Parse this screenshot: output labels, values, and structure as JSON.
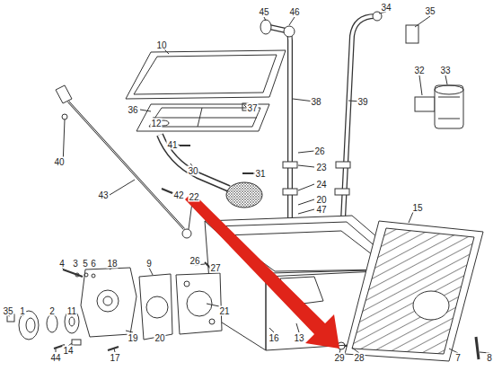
{
  "diagram": {
    "labels": [
      "45",
      "46",
      "34",
      "35",
      "10",
      "38",
      "39",
      "32",
      "33",
      "36",
      "37",
      "12",
      "41",
      "40",
      "30",
      "31",
      "26",
      "23",
      "24",
      "20",
      "47",
      "22",
      "43",
      "42",
      "15",
      "4",
      "3",
      "5",
      "6",
      "18",
      "9",
      "26",
      "27",
      "21",
      "35",
      "1",
      "2",
      "11",
      "14",
      "44",
      "19",
      "20",
      "17",
      "16",
      "13",
      "29",
      "28",
      "7",
      "8"
    ]
  }
}
